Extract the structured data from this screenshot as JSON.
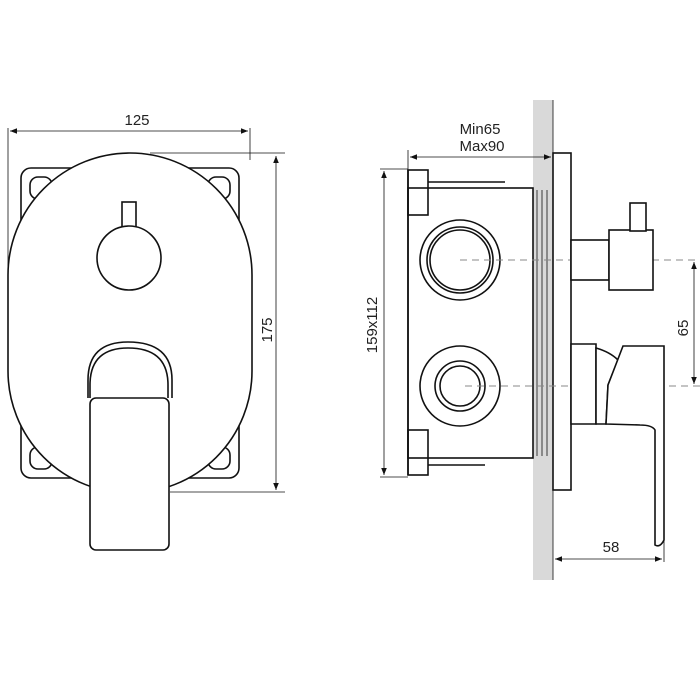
{
  "dimensions": {
    "front_width": "125",
    "front_height": "175",
    "depth_min": "Min65",
    "depth_max": "Max90",
    "box_size": "159x112",
    "spacing": "65",
    "projection": "58"
  },
  "colors": {
    "wall": "#d9d9d9",
    "line": "#111111"
  }
}
